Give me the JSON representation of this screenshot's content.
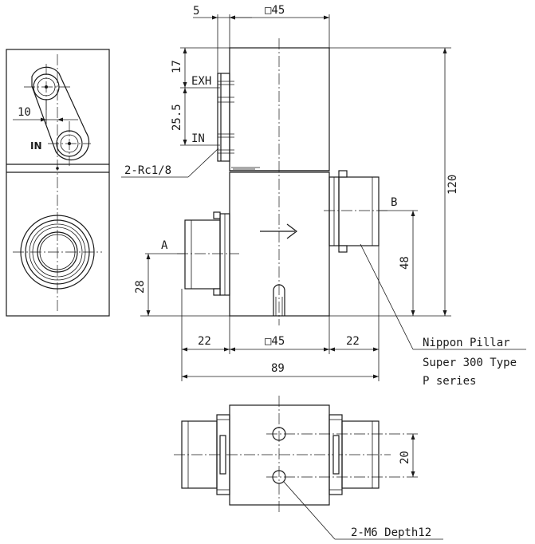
{
  "dimensions": {
    "d_5": "5",
    "d_sq45_top": "□45",
    "d_17": "17",
    "d_25_5": "25.5",
    "d_120": "120",
    "d_48": "48",
    "d_28": "28",
    "d_22_left": "22",
    "d_sq45_bottom": "□45",
    "d_22_right": "22",
    "d_89": "89",
    "d_10": "10",
    "d_20": "20"
  },
  "labels": {
    "exh": "EXH",
    "in_side": "IN",
    "in_left": "IN",
    "port_a": "A",
    "port_b": "B",
    "rc": "2-Rc1/8",
    "fitting_line1": "Nippon Pillar",
    "fitting_line2": "Super 300 Type",
    "fitting_line3": "P series",
    "tapped": "2-M6 Depth12"
  },
  "symbols": {
    "flow_arrow": "arrow-right"
  }
}
